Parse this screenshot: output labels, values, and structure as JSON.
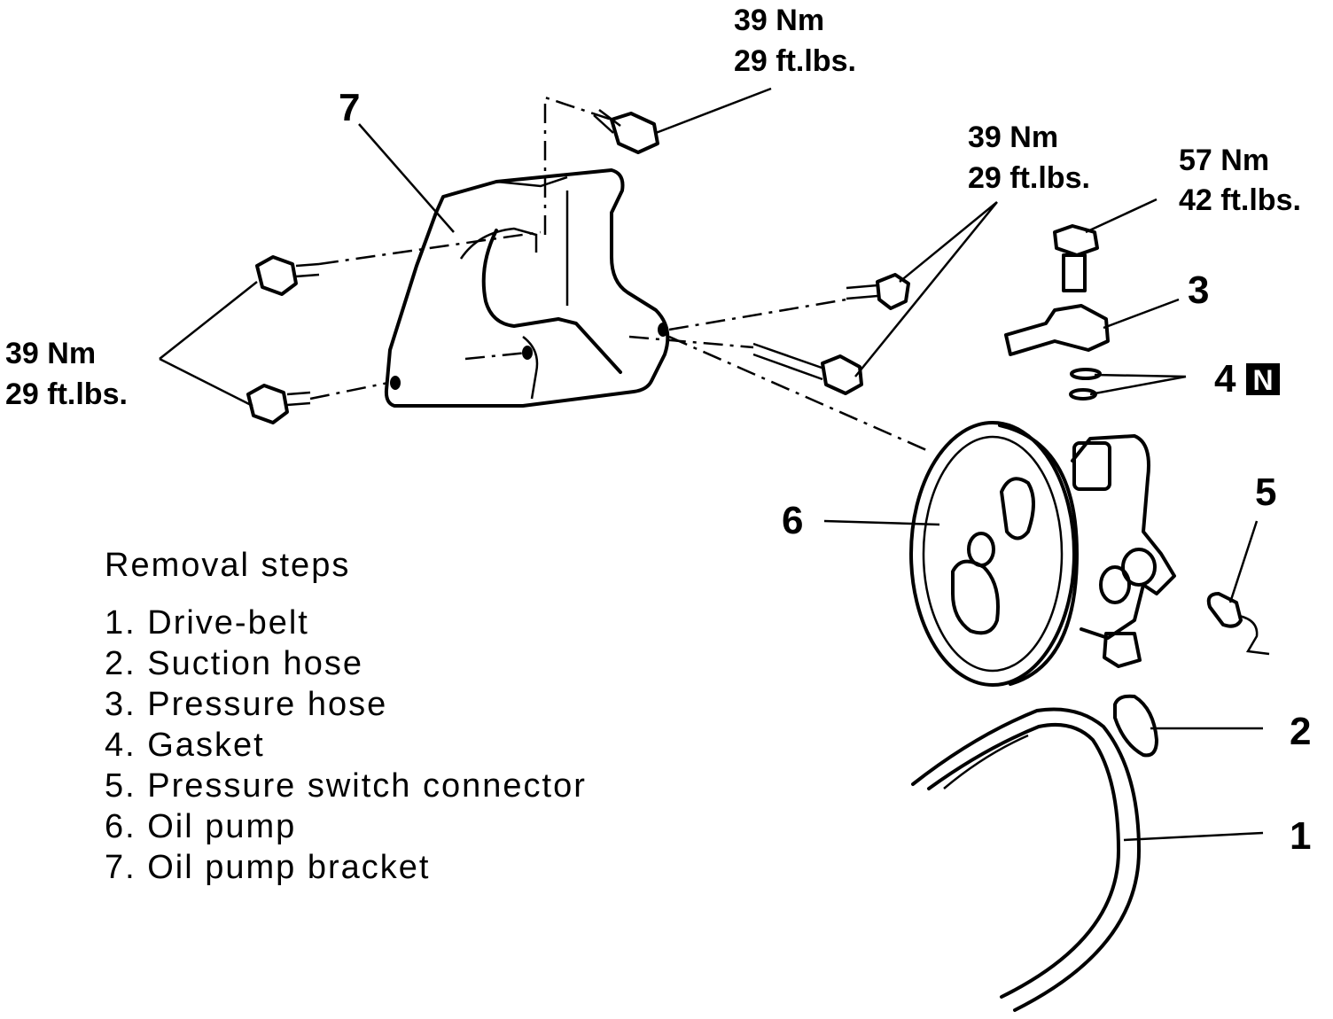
{
  "torque_labels": [
    {
      "nm": "39 Nm",
      "ftlbs": "29 ft.lbs."
    },
    {
      "nm": "39 Nm",
      "ftlbs": "29 ft.lbs."
    },
    {
      "nm": "57 Nm",
      "ftlbs": "42 ft.lbs."
    },
    {
      "nm": "39 Nm",
      "ftlbs": "29 ft.lbs."
    }
  ],
  "callouts": [
    "7",
    "3",
    "4",
    "6",
    "5",
    "2",
    "1"
  ],
  "new_part_badge": "N",
  "removal_steps": {
    "title": "Removal steps",
    "items": [
      "1. Drive-belt",
      "2. Suction hose",
      "3. Pressure hose",
      "4. Gasket",
      "5. Pressure switch connector",
      "6. Oil pump",
      "7. Oil pump bracket"
    ]
  }
}
